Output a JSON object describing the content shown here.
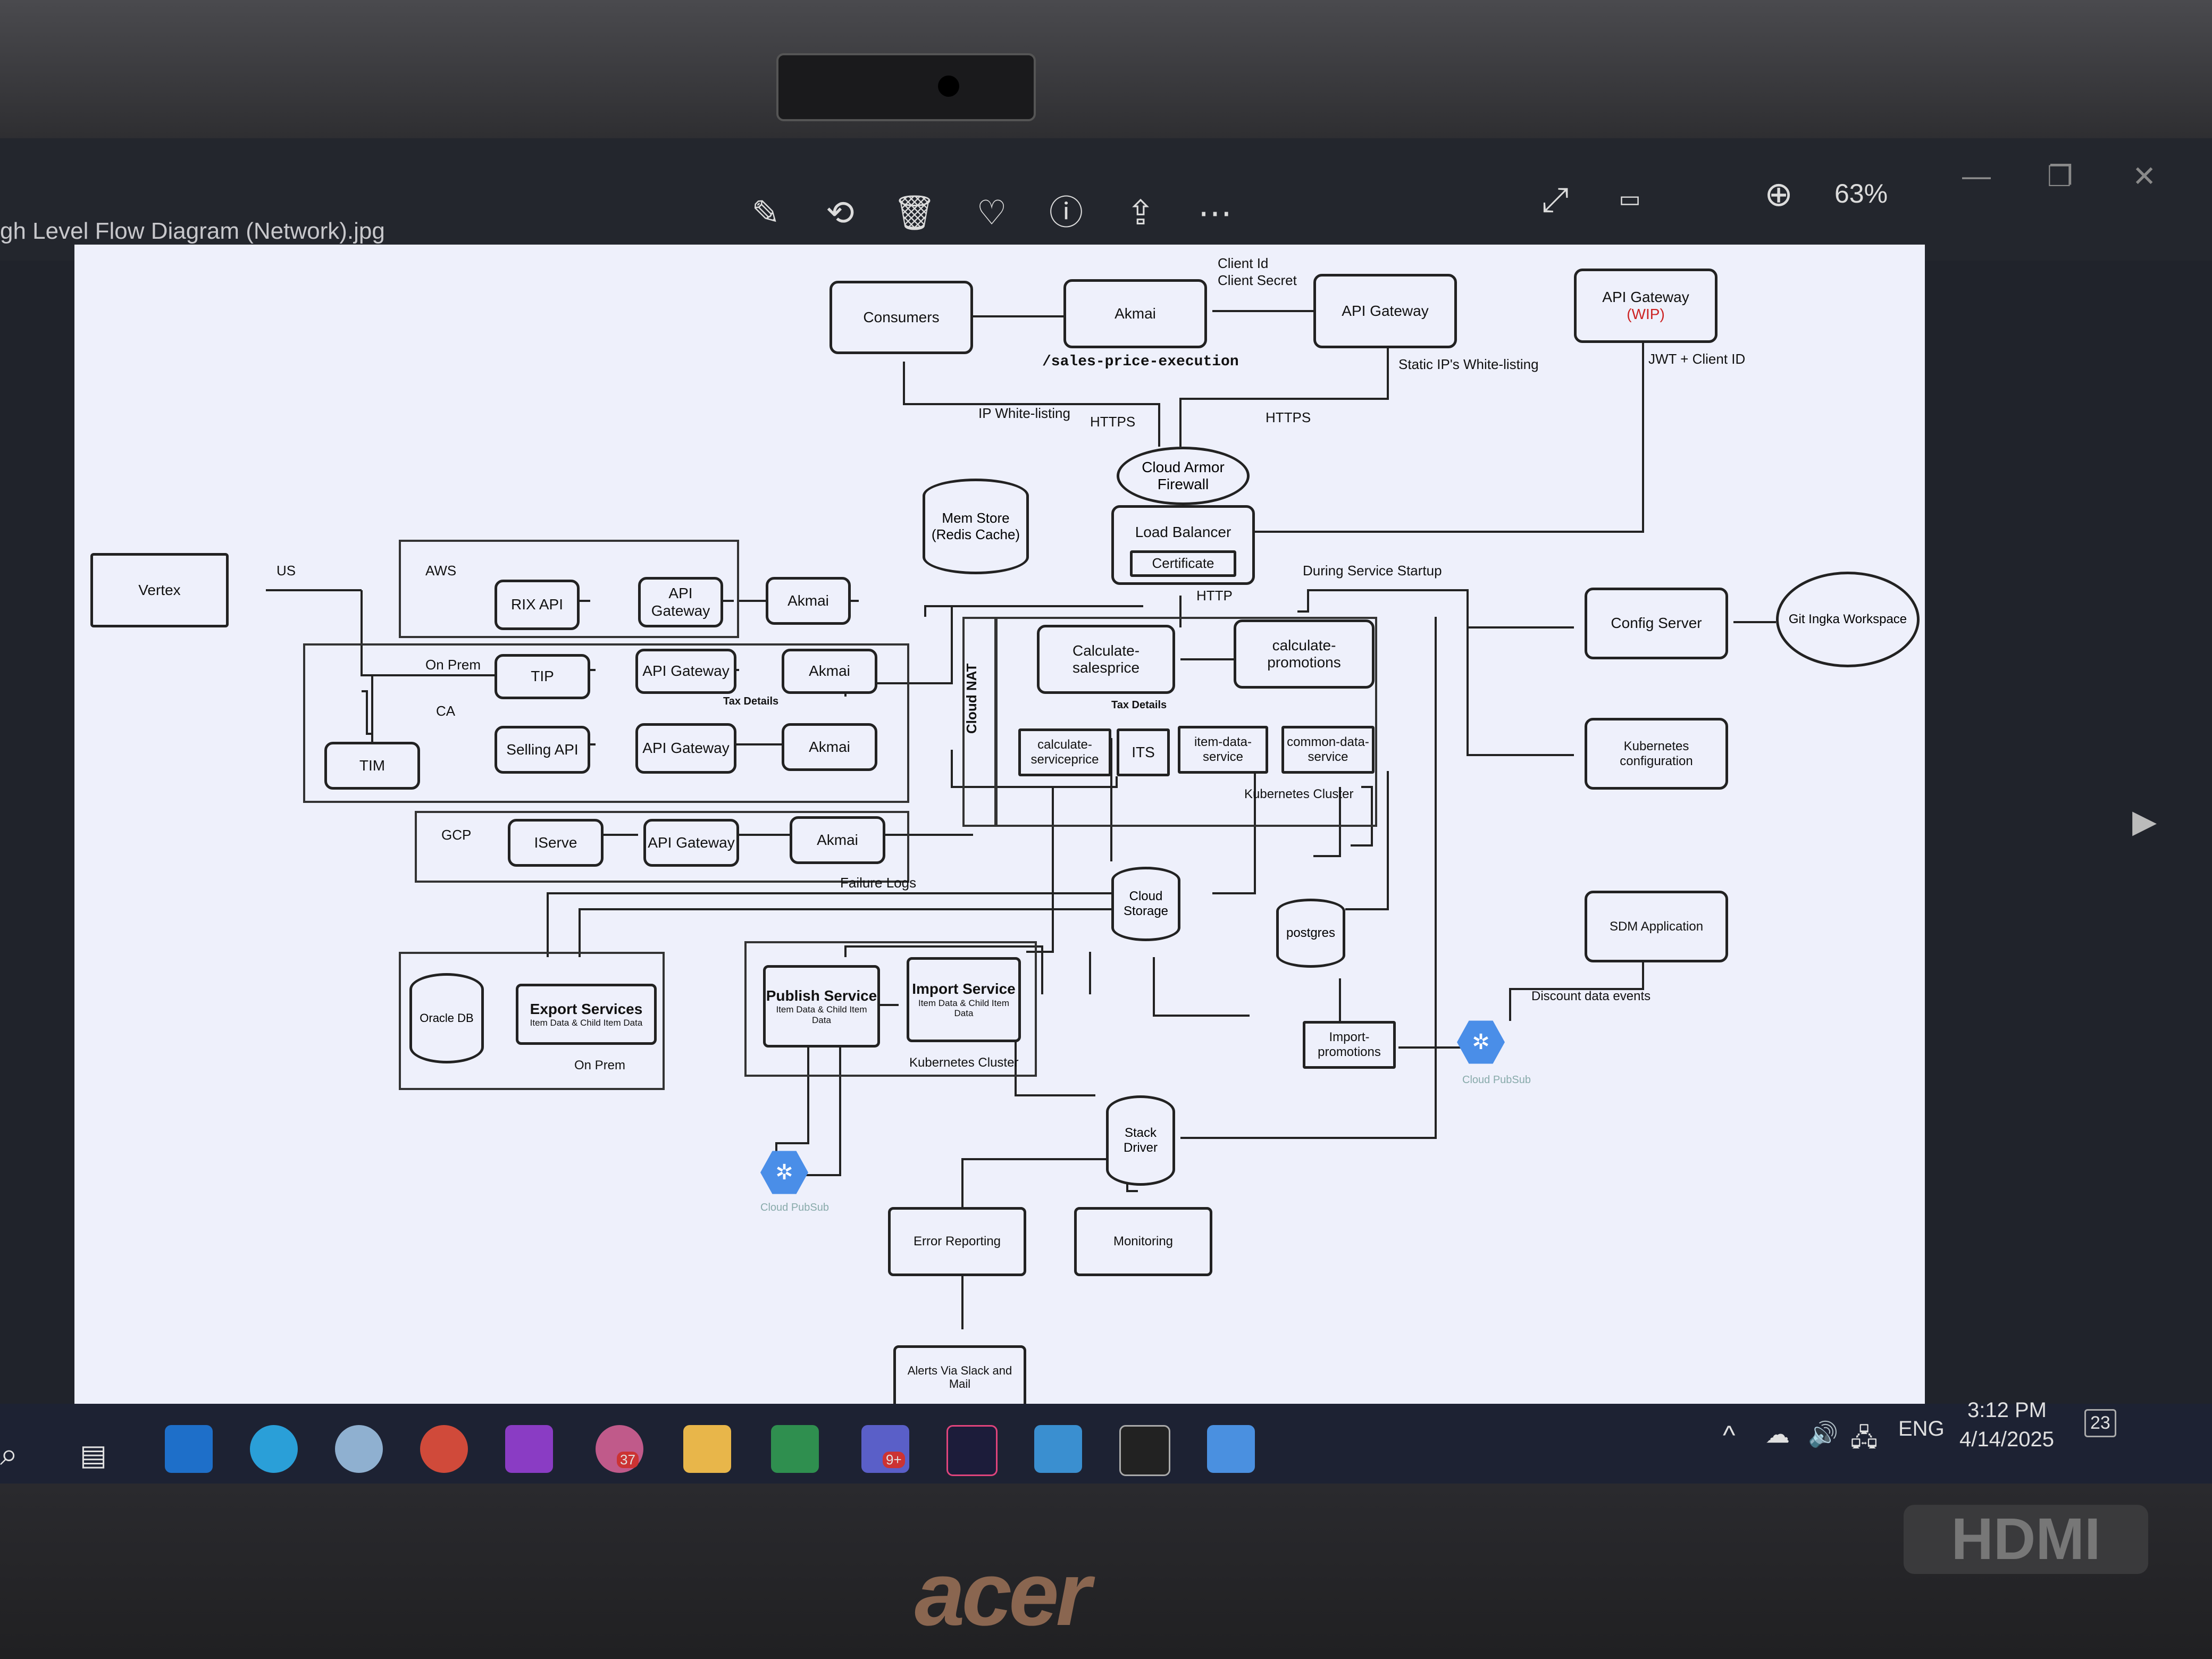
{
  "window": {
    "title": "gh Level Flow Diagram (Network).jpg",
    "zoom": "63%"
  },
  "toolbar_icons": [
    "edit-icon",
    "rotate-icon",
    "delete-icon",
    "favorite-icon",
    "info-icon",
    "share-icon",
    "more-icon"
  ],
  "view_icons": [
    "fullscreen-icon",
    "actual-size-icon",
    "zoom-in-icon"
  ],
  "diagram": {
    "consumers": "Consumers",
    "akmai_top": "Akmai",
    "client_id": "Client Id",
    "client_secret": "Client Secret",
    "api_gateway_top": "API Gateway",
    "api_gateway_wip_1": "API Gateway",
    "api_gateway_wip_2": "(WIP)",
    "sales_path": "/sales-price-execution",
    "static_ip": "Static IP's White-listing",
    "jwt": "JWT + Client ID",
    "ip_whitelisting": "IP White-listing",
    "https_1": "HTTPS",
    "https_2": "HTTPS",
    "cloud_armor_1": "Cloud Armor",
    "cloud_armor_2": "Firewall",
    "mem_store_1": "Mem Store",
    "mem_store_2": "(Redis Cache)",
    "load_balancer": "Load Balancer",
    "certificate": "Certificate",
    "http": "HTTP",
    "during_startup": "During Service Startup",
    "vertex": "Vertex",
    "us": "US",
    "aws": "AWS",
    "rix_api": "RIX API",
    "api_gateway_aws": "API Gateway",
    "akmai_aws": "Akmai",
    "on_prem": "On Prem",
    "tip": "TIP",
    "api_gateway_tip": "API Gateway",
    "akmai_tip": "Akmai",
    "tax_details_1": "Tax Details",
    "ca": "CA",
    "tim": "TIM",
    "selling_api": "Selling API",
    "api_gateway_sell": "API Gateway",
    "akmai_sell": "Akmai",
    "gcp": "GCP",
    "iserve": "IServe",
    "api_gateway_gcp": "API Gateway",
    "akmai_gcp": "Akmai",
    "failure_logs": "Failure Logs",
    "cloud_nat": "Cloud NAT",
    "calc_salesprice": "Calculate-salesprice",
    "calc_promotions": "calculate-promotions",
    "tax_details_2": "Tax Details",
    "calc_serviceprice": "calculate-serviceprice",
    "its": "ITS",
    "item_data_service": "item-data-service",
    "common_data_service": "common-data-service",
    "k8s_cluster_1": "Kubernetes Cluster",
    "config_server": "Config Server",
    "git_workspace": "Git Ingka Workspace",
    "k8s_config": "Kubernetes configuration",
    "cloud_storage": "Cloud Storage",
    "postgres": "postgres",
    "sdm_app": "SDM Application",
    "discount_events": "Discount data events",
    "oracle_db": "Oracle DB",
    "export_services": "Export Services",
    "export_sub": "Item Data & Child Item Data",
    "on_prem_2": "On Prem",
    "publish_service": "Publish Service",
    "publish_sub": "Item Data & Child Item Data",
    "import_service": "Import Service",
    "import_sub": "Item Data & Child Item Data",
    "k8s_cluster_2": "Kubernetes Cluster",
    "import_promotions": "Import-promotions",
    "cloud_pubsub_1": "Cloud PubSub",
    "cloud_pubsub_2": "Cloud PubSub",
    "stack_driver": "Stack Driver",
    "error_reporting": "Error Reporting",
    "monitoring": "Monitoring",
    "alerts": "Alerts Via Slack and Mail"
  },
  "taskbar": {
    "apps": [
      "search-icon",
      "task-view-icon",
      "outlook-icon",
      "edge-icon",
      "app-icon",
      "chrome-icon",
      "onenote-icon",
      "app-badge-icon",
      "file-explorer-icon",
      "excel-icon",
      "teams-icon",
      "intellij-icon",
      "remote-desktop-icon",
      "terminal-icon",
      "photos-icon"
    ],
    "chrome_badge": "37",
    "teams_badge": "9+",
    "language": "ENG",
    "time": "3:12 PM",
    "date": "4/14/2025",
    "notifications": "23"
  },
  "brand": {
    "logo": "acer",
    "port": "HDMI"
  }
}
